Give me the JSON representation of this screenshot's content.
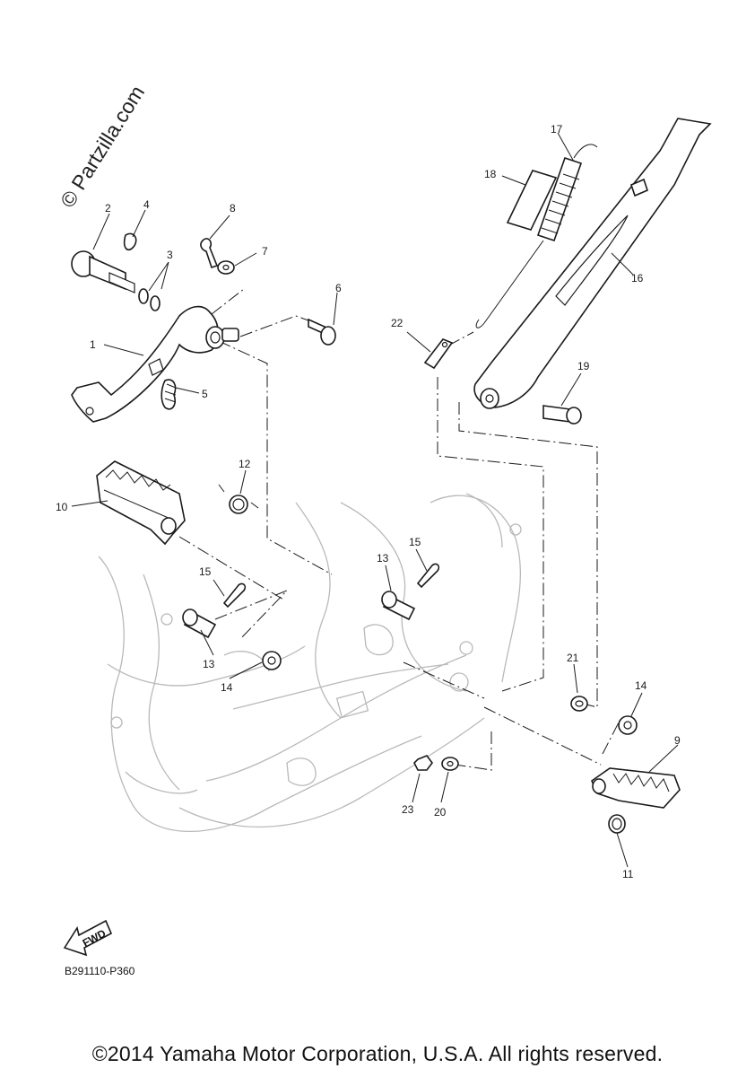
{
  "watermark": "© Partzilla.com",
  "diagram_code": "B291110-P360",
  "fwd_label": "FWD",
  "copyright": "©2014 Yamaha Motor Corporation, U.S.A. All rights reserved.",
  "callouts": [
    {
      "id": "1",
      "text": "1"
    },
    {
      "id": "2",
      "text": "2"
    },
    {
      "id": "3",
      "text": "3"
    },
    {
      "id": "4",
      "text": "4"
    },
    {
      "id": "5",
      "text": "5"
    },
    {
      "id": "6",
      "text": "6"
    },
    {
      "id": "7",
      "text": "7"
    },
    {
      "id": "8",
      "text": "8"
    },
    {
      "id": "9",
      "text": "9"
    },
    {
      "id": "10",
      "text": "10"
    },
    {
      "id": "11",
      "text": "11"
    },
    {
      "id": "12",
      "text": "12"
    },
    {
      "id": "13a",
      "text": "13"
    },
    {
      "id": "13b",
      "text": "13"
    },
    {
      "id": "14a",
      "text": "14"
    },
    {
      "id": "14b",
      "text": "14"
    },
    {
      "id": "15a",
      "text": "15"
    },
    {
      "id": "15b",
      "text": "15"
    },
    {
      "id": "16",
      "text": "16"
    },
    {
      "id": "17",
      "text": "17"
    },
    {
      "id": "18",
      "text": "18"
    },
    {
      "id": "19",
      "text": "19"
    },
    {
      "id": "20",
      "text": "20"
    },
    {
      "id": "21",
      "text": "21"
    },
    {
      "id": "22",
      "text": "22"
    },
    {
      "id": "23",
      "text": "23"
    }
  ]
}
